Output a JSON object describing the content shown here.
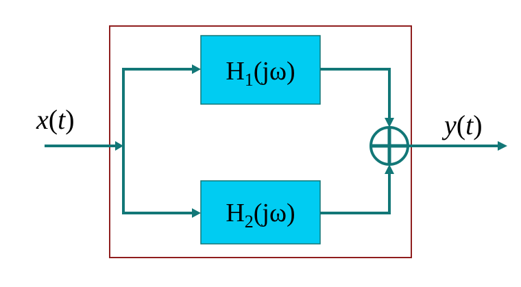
{
  "input": {
    "var": "x",
    "arg": "t"
  },
  "output": {
    "var": "y",
    "arg": "t"
  },
  "blocks": [
    {
      "name": "H",
      "sub": "1",
      "arg": "(jω)"
    },
    {
      "name": "H",
      "sub": "2",
      "arg": "(jω)"
    }
  ],
  "summer": {
    "symbol": "plus"
  },
  "colors": {
    "wire": "#127777",
    "block_fill": "#00ccf2",
    "enclosure": "#8f1d1d"
  }
}
